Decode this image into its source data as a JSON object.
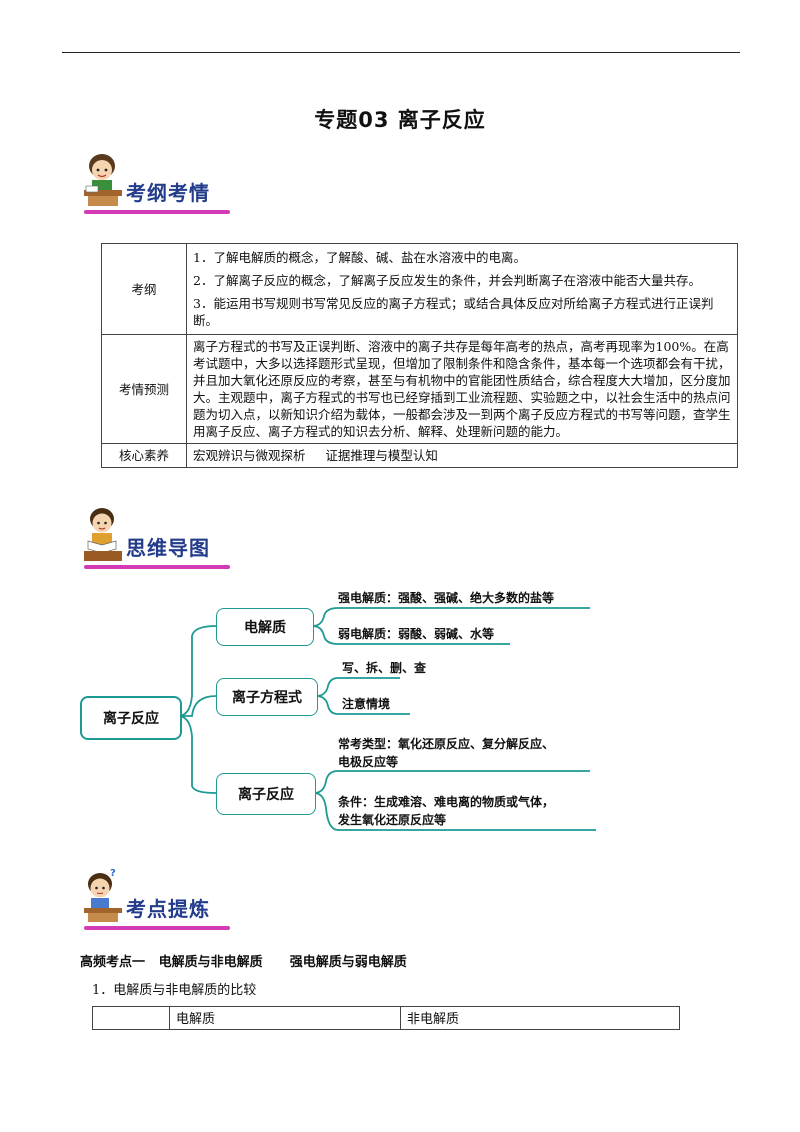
{
  "document": {
    "title": "专题03    离子反应"
  },
  "banners": {
    "outline": "考纲考情",
    "mindmap": "思维导图",
    "keypoints": "考点提炼"
  },
  "outline_table": {
    "rows": [
      {
        "head": "考纲",
        "items": [
          "1．了解电解质的概念，了解酸、碱、盐在水溶液中的电离。",
          "2．了解离子反应的概念，了解离子反应发生的条件，并会判断离子在溶液中能否大量共存。",
          "3．能运用书写规则书写常见反应的离子方程式；或结合具体反应对所给离子方程式进行正误判断。"
        ]
      },
      {
        "head": "考情预测",
        "text": "离子方程式的书写及正误判断、溶液中的离子共存是每年高考的热点，高考再现率为100%。在高考试题中，大多以选择题形式呈现，但增加了限制条件和隐含条件，基本每一个选项都会有干扰，并且加大氧化还原反应的考察，甚至与有机物中的官能团性质结合，综合程度大大增加，区分度加大。主观题中，离子方程式的书写也已经穿插到工业流程题、实验题之中，以社会生活中的热点问题为切入点，以新知识介绍为载体，一般都会涉及一到两个离子反应方程式的书写等问题，查学生用离子反应、离子方程式的知识去分析、解释、处理新问题的能力。"
      },
      {
        "head": "核心素养",
        "text": "宏观辨识与微观探析     证据推理与模型认知"
      }
    ]
  },
  "mindmap": {
    "root": "离子反应",
    "branches": [
      {
        "label": "电解质",
        "leaves": [
          "强电解质：强酸、强碱、绝大多数的盐等",
          "弱电解质：弱酸、弱碱、水等"
        ]
      },
      {
        "label": "离子方程式",
        "leaves": [
          "写、拆、删、查",
          "注意情境"
        ]
      },
      {
        "label": "离子反应",
        "leaves": [
          "常考类型：氧化还原反应、复分解反应、",
          "电极反应等",
          "条件：生成难溶、难电离的物质或气体，",
          "发生氧化还原反应等"
        ]
      }
    ]
  },
  "keypoints": {
    "heading": "高频考点一   电解质与非电解质      强电解质与弱电解质",
    "subheading": "1．电解质与非电解质的比较",
    "compare_table": {
      "headers": [
        "",
        "电解质",
        "非电解质"
      ]
    }
  },
  "colors": {
    "banner_text": "#233c8c",
    "banner_bar": "#d23bb5",
    "mindmap_line": "#1d9a92"
  }
}
